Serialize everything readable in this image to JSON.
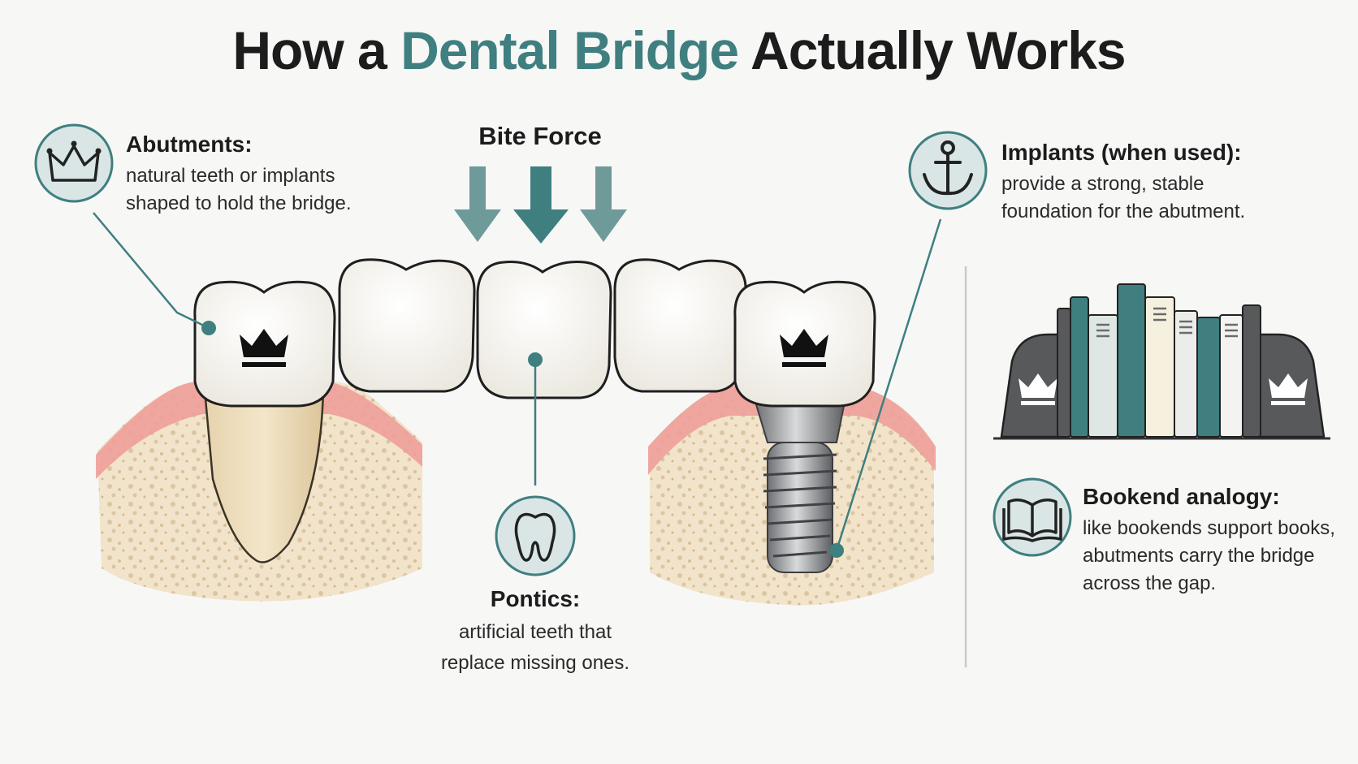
{
  "title": {
    "part1": "How a ",
    "accent": "Dental Bridge",
    "part2": " Actually Works"
  },
  "bite_force": {
    "label": "Bite Force"
  },
  "abutments": {
    "heading": "Abutments:",
    "line1": "natural teeth or implants",
    "line2": "shaped to hold the bridge."
  },
  "implants": {
    "heading": "Implants (when used):",
    "line1": "provide a strong, stable",
    "line2": "foundation for the abutment."
  },
  "pontics": {
    "heading": "Pontics:",
    "line1": "artificial teeth that",
    "line2": "replace missing ones."
  },
  "bookend": {
    "heading": "Bookend analogy:",
    "line1": "like bookends support books,",
    "line2": "abutments carry the bridge",
    "line3": "across the gap."
  },
  "colors": {
    "accent": "#3f7f80",
    "icon_bg": "#d9e6e5",
    "gum": "#ee9f9a",
    "bone": "#f1e1c5",
    "tooth": "#fbfaf5"
  },
  "icons": [
    "crown-icon",
    "anchor-icon",
    "tooth-icon",
    "book-icon"
  ]
}
